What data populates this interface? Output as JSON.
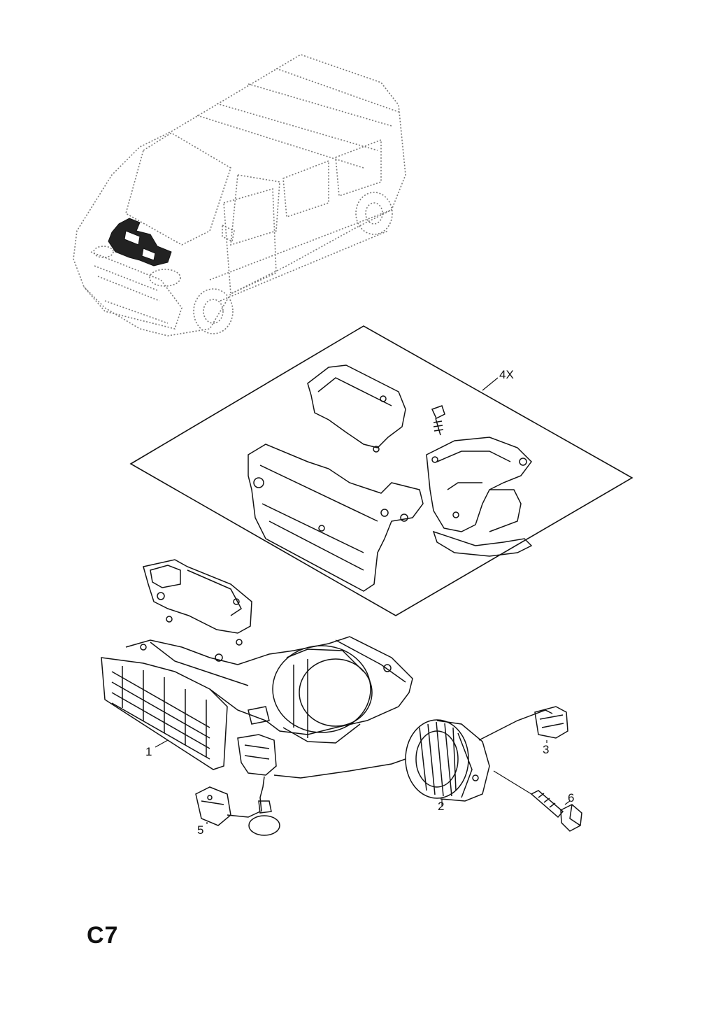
{
  "page_code": "C7",
  "callouts": {
    "c1": "1",
    "c2": "2",
    "c3": "3",
    "c4x": "4X",
    "c5": "5",
    "c6": "6"
  },
  "colors": {
    "line": "#111111",
    "dotted": "#777777",
    "highlight": "#222222"
  }
}
